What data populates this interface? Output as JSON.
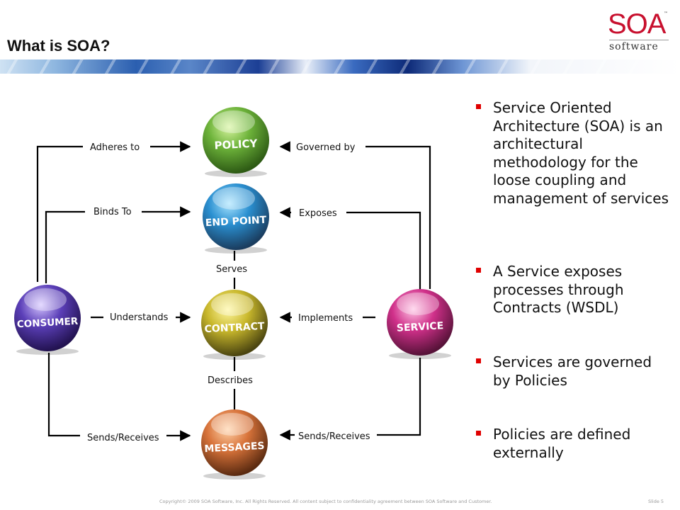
{
  "slide": {
    "title": "What is SOA?",
    "logo": {
      "mark": "SOA",
      "tm": "™",
      "sub": "software"
    },
    "colors": {
      "accent": "#c8102e",
      "bullet": "#e00000"
    }
  },
  "diagram": {
    "nodes": {
      "policy": "POLICY",
      "endpoint": "END POINT",
      "contract": "CONTRACT",
      "messages": "MESSAGES",
      "consumer": "CONSUMER",
      "service": "SERVICE"
    },
    "node_colors": {
      "policy": "#6db33a",
      "endpoint": "#2a8fd0",
      "contract": "#c9b82c",
      "messages": "#d8733a",
      "consumer": "#5b3fb8",
      "service": "#d0308a"
    },
    "edges": {
      "adheres_to": "Adheres to",
      "governed_by": "Governed by",
      "binds_to": "Binds To",
      "exposes": "Exposes",
      "serves": "Serves",
      "understands": "Understands",
      "implements": "Implements",
      "describes": "Describes",
      "sends_receives_consumer": "Sends/Receives",
      "sends_receives_service": "Sends/Receives"
    }
  },
  "bullets": [
    "Service Oriented Architecture (SOA) is an architectural methodology for the loose coupling and management of services",
    "A Service exposes processes through Contracts (WSDL)",
    "Services are governed by Policies",
    "Policies are defined externally"
  ],
  "footer": {
    "copyright": "Copyright© 2009 SOA Software, Inc. All Rights Reserved. All content subject to confidentiality agreement between SOA Software and Customer.",
    "slide": "Slide 5"
  }
}
